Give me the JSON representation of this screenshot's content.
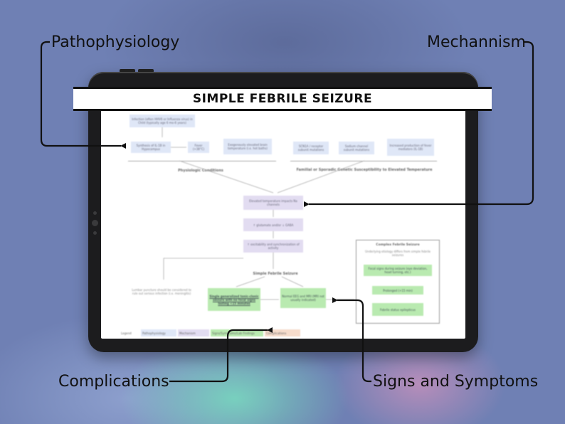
{
  "callouts": {
    "pathophysiology": "Pathophysiology",
    "mechanism": "Mechannism",
    "complications": "Complications",
    "signs": "Signs and Symptoms"
  },
  "title": "SIMPLE FEBRILE SEIZURE",
  "diagram": {
    "top_left_box": "Infection (often HHV6 or Influenza virus) in Child (typically age 6 mo-6 years)",
    "row1": [
      "Synthesis of IL-1B in Hypocampus",
      "Fever (>38°C)",
      "Exogenously elevated brain temperature (i.e. hot baths)",
      "SCN1A / receptor subunit mutations",
      "Sodium channel subunit mutations",
      "Increased production of fever mediators (IL-1B)"
    ],
    "group_left": "Physiologic Conditions",
    "group_right": "Familial or Sporadic Genetic Susceptibility to Elevated Temperature",
    "chain": [
      "Elevated temperature impacts Na channels",
      "↑ glutamate and/or ↓ GABA",
      "↑ excitability and synchronization of activity"
    ],
    "center_label": "Simple Febrile Seizure",
    "left_note": "Lumbar puncture should be considered to rule out serious infection (i.e. meningitis)",
    "green_left": "Single generalized tonic-clonic seizure with no focal signs lasting <15 minutes",
    "green_mid": "Normal EEG and MRI (MRI not usually indicated)",
    "complex": {
      "title": "Complex Febrile Seizure",
      "subtitle": "Underlying etiology differs from simple febrile seizures",
      "items": [
        "Focal signs during seizure (eye deviation, head turning, etc.)",
        "Prolonged (>15 min)",
        "Febrile status epilepticus"
      ]
    },
    "legend": [
      "Legend",
      "Pathophysiology",
      "Mechanism",
      "Signs/Symptoms/Lab Findings",
      "Complications"
    ]
  }
}
